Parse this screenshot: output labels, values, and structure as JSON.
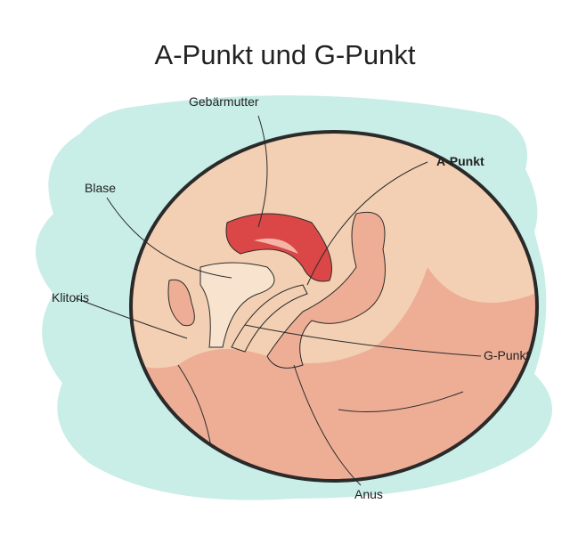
{
  "title": "A-Punkt und G-Punkt",
  "labels": {
    "uterus": "Gebärmutter",
    "a_spot": "A-Punkt",
    "bladder": "Blase",
    "clitoris": "Klitoris",
    "g_spot": "G-Punkt",
    "anus": "Anus"
  },
  "colors": {
    "background_brush": "#c9ede7",
    "skin_light": "#f3d0b3",
    "skin_dark": "#eeae96",
    "uterus": "#db4747",
    "bladder": "#f8e3cf",
    "outline": "#2a2a2a"
  }
}
